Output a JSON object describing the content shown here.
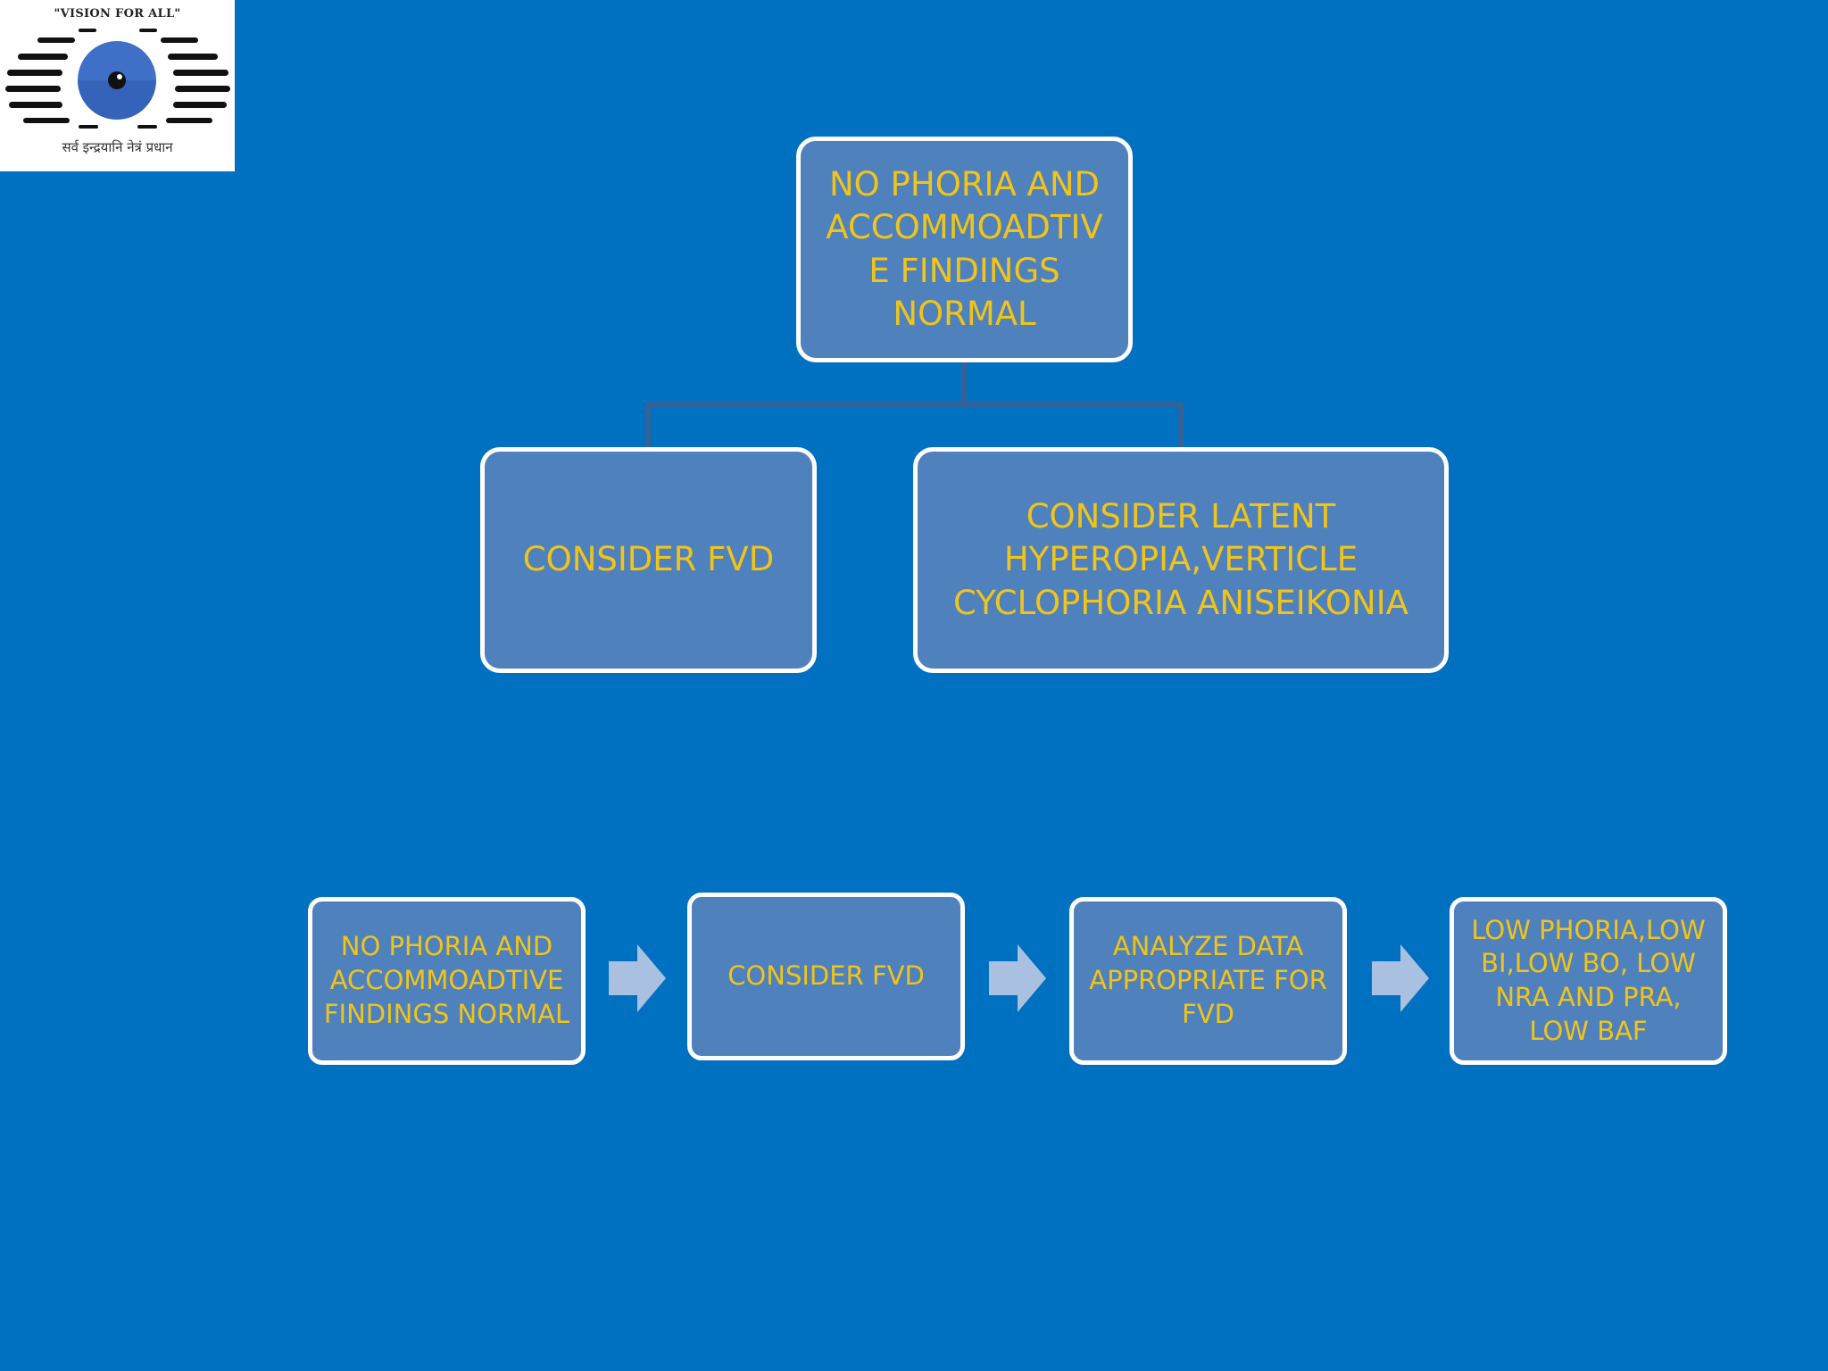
{
  "logo": {
    "tagline": "\"VISION FOR ALL\"",
    "motto": "सर्व इन्द्रयानि नेत्रं प्रधान",
    "icon": "eye-icon",
    "colors": {
      "iris": "#3f6fc6",
      "pupil": "#111111",
      "stripes": "#111111"
    }
  },
  "hierarchy": {
    "root": "NO PHORIA AND ACCOMMOADTIV E FINDINGS NORMAL",
    "children": [
      "CONSIDER FVD",
      "CONSIDER LATENT HYPEROPIA,VERTICLE CYCLOPHORIA ANISEIKONIA"
    ]
  },
  "process": {
    "steps": [
      "NO PHORIA AND ACCOMMOADTIVE FINDINGS NORMAL",
      "CONSIDER FVD",
      "ANALYZE DATA APPROPRIATE FOR FVD",
      "LOW PHORIA,LOW BI,LOW BO, LOW NRA AND PRA, LOW BAF"
    ],
    "arrow_icon": "arrow-right-icon"
  },
  "colors": {
    "background": "#0070c0",
    "node_fill": "#4f81bd",
    "node_border": "#ffffff",
    "node_text": "#f0c419",
    "connector": "#3d5f8f",
    "arrow": "#a9c0e0"
  }
}
